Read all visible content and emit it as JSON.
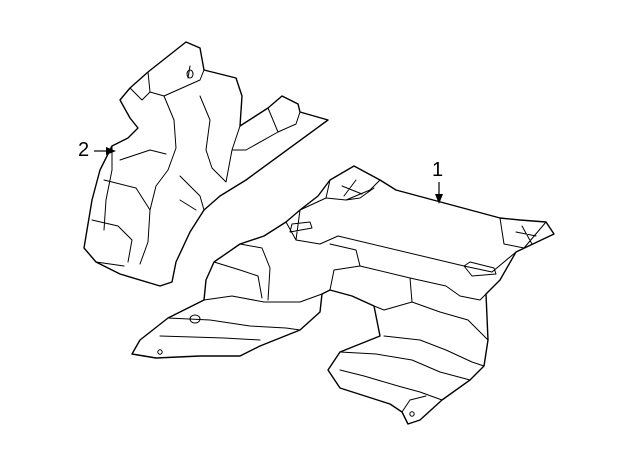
{
  "callouts": [
    {
      "label": "1",
      "part": "floor-insulator-main"
    },
    {
      "label": "2",
      "part": "floor-insulator-rear-side"
    }
  ],
  "colors": {
    "line": "#000000",
    "background": "#ffffff"
  }
}
